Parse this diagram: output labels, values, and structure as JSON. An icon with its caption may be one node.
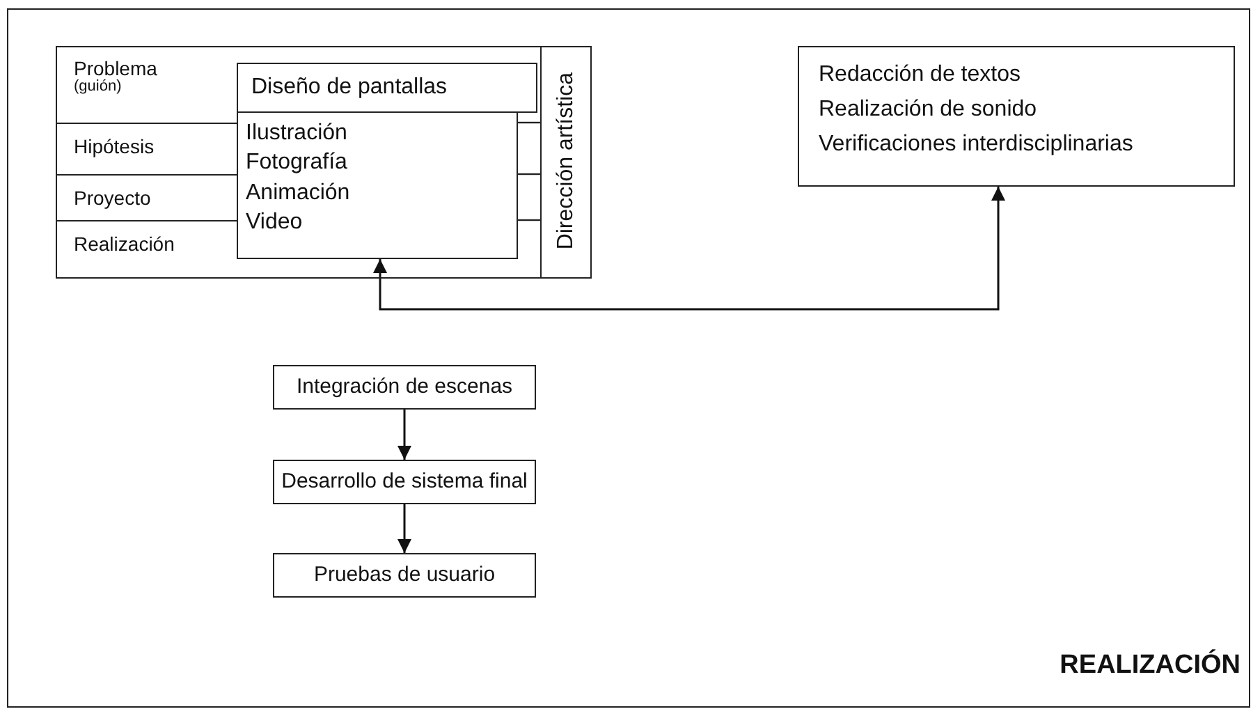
{
  "diagram": {
    "nodes": [
      {
        "text": [],
        "shape": "box"
      },
      {
        "text": [
          "Problema",
          "(guión)"
        ],
        "in": 0
      },
      {
        "text": [
          "Hipótesis"
        ],
        "in": 0
      },
      {
        "text": [
          "Proyecto"
        ],
        "in": 0
      },
      {
        "text": [
          "Realización"
        ],
        "in": 0
      },
      {
        "text": [
          "Diseño de pantallas"
        ],
        "in": 0
      },
      {
        "text": [
          "Ilustración",
          "Fotografía",
          "Animación",
          "Video"
        ],
        "in": 0
      },
      {
        "text": [
          "Dirección artística"
        ],
        "in": 0
      },
      {
        "text": [
          "Redacción de textos",
          "Realización de sonido",
          "Verificaciones interdisciplinarias"
        ]
      },
      {
        "text": [
          "Integración de escenas"
        ]
      },
      {
        "text": [
          "Desarrollo de sistema final"
        ]
      },
      {
        "text": [
          "Pruebas de usuario"
        ]
      }
    ],
    "edges": [
      {
        "from": 6,
        "to": 8,
        "arrow": "both"
      },
      {
        "from": 9,
        "to": 10,
        "arrow": "to"
      },
      {
        "from": 10,
        "to": 11,
        "arrow": "to"
      }
    ],
    "labels": [
      "REALIZACIÓN"
    ]
  }
}
